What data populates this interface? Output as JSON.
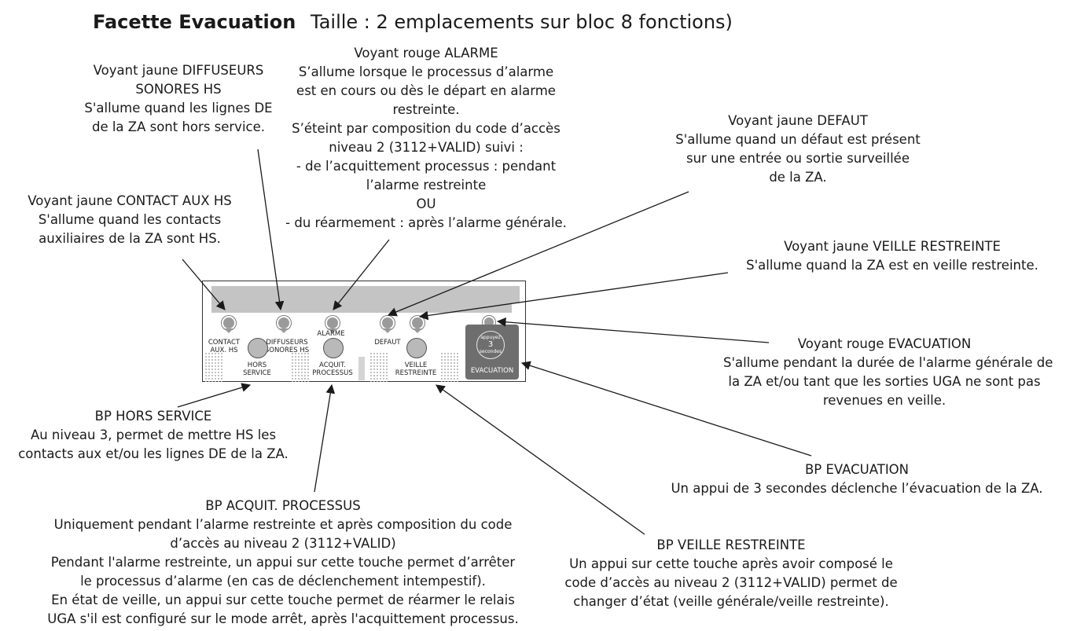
{
  "title": {
    "main": "Facette Evacuation",
    "size": "Taille : 2 emplacements sur bloc 8 fonctions)"
  },
  "annotations": {
    "diffuseurs": [
      "Voyant jaune DIFFUSEURS",
      "SONORES HS",
      "S'allume quand les lignes DE",
      "de la ZA sont hors service."
    ],
    "alarme": [
      "Voyant rouge ALARME",
      "S’allume lorsque le processus d’alarme",
      "est en cours ou dès le départ en alarme",
      "restreinte.",
      "S’éteint par composition du code d’accès",
      "niveau 2 (3112+VALID) suivi :",
      "- de l’acquittement processus : pendant",
      "l’alarme restreinte",
      "OU",
      "- du réarmement : après l’alarme générale."
    ],
    "defaut": [
      "Voyant jaune DEFAUT",
      "S'allume quand un défaut est présent",
      "sur une entrée ou sortie surveillée",
      "de la ZA."
    ],
    "contact": [
      "Voyant jaune CONTACT AUX HS",
      "S'allume quand les contacts",
      "auxiliaires de la ZA sont HS."
    ],
    "veille_led": [
      "Voyant jaune VEILLE RESTREINTE",
      "S'allume quand la ZA est en veille restreinte."
    ],
    "evac_led": [
      "Voyant rouge EVACUATION",
      "S'allume pendant la durée de l'alarme générale de",
      "la ZA et/ou tant que les sorties UGA  ne sont pas",
      "revenues en veille."
    ],
    "hs_btn": [
      "BP HORS SERVICE",
      "Au niveau 3, permet de mettre HS les",
      "contacts aux et/ou les lignes DE de la ZA."
    ],
    "evac_btn": [
      "BP EVACUATION",
      "Un appui de 3 secondes déclenche l’évacuation de la ZA."
    ],
    "acquit_btn": [
      "BP ACQUIT. PROCESSUS",
      "Uniquement pendant l’alarme restreinte et après composition du code",
      "d’accès au niveau 2 (3112+VALID)",
      "Pendant l'alarme restreinte, un appui sur cette touche permet d’arrêter",
      "le processus d’alarme (en cas de déclenchement intempestif).",
      "En état de veille, un appui sur cette touche permet de réarmer le relais",
      "UGA s'il est configuré sur le mode arrêt, après l'acquittement processus."
    ],
    "veille_btn": [
      "BP VEILLE RESTREINTE",
      "Un appui sur cette touche après avoir composé le",
      "code d’accès au niveau 2 (3112+VALID) permet de",
      "changer d’état (veille générale/veille restreinte)."
    ]
  },
  "panel": {
    "contact": [
      "CONTACT",
      "AUX. HS"
    ],
    "diffuseurs": [
      "DIFFUSEURS",
      "SONORES HS"
    ],
    "alarme": "ALARME",
    "defaut": "DEFAUT",
    "hors_service": [
      "HORS",
      "SERVICE"
    ],
    "acquit": [
      "ACQUIT.",
      "PROCESSUS"
    ],
    "veille": [
      "VEILLE",
      "RESTREINTE"
    ],
    "evac_circle_top": "appuyez",
    "evac_circle_num": "3",
    "evac_circle_bottom": "secondes",
    "evacuation": "EVACUATION"
  }
}
